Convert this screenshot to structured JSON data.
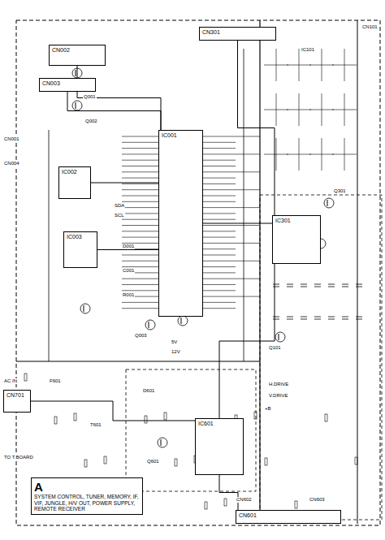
{
  "diagram": {
    "nodes": [
      {
        "text": [
          "CN002"
        ]
      },
      {
        "text": [
          "CN003"
        ]
      },
      {
        "text": [
          "IC001"
        ]
      },
      {
        "text": [
          "IC002"
        ]
      },
      {
        "text": [
          "IC003"
        ]
      },
      {
        "text": [
          "CN301"
        ]
      },
      {
        "text": [
          "IC301"
        ]
      },
      {
        "text": [
          "IC601"
        ]
      },
      {
        "text": [
          "A",
          "SYSTEM CONTROL, TUNER, MEMORY, IF, VIF, JUNGLE, H/V OUT, POWER SUPPLY, REMOTE RECEIVER"
        ]
      },
      {
        "text": [
          "CN601"
        ]
      },
      {
        "text": [
          "CN701"
        ]
      }
    ],
    "edges": [
      {
        "from": 0,
        "to": 2,
        "arrow": "none"
      },
      {
        "from": 1,
        "to": 2,
        "arrow": "none"
      },
      {
        "from": 3,
        "to": 2,
        "arrow": "none"
      },
      {
        "from": 4,
        "to": 2,
        "arrow": "none"
      },
      {
        "from": 2,
        "to": 6,
        "arrow": "none"
      },
      {
        "from": 5,
        "to": 6,
        "arrow": "none"
      },
      {
        "from": 7,
        "to": 6,
        "arrow": "none"
      },
      {
        "from": 7,
        "to": 9,
        "arrow": "none"
      },
      {
        "from": 10,
        "to": 7,
        "arrow": "none"
      }
    ],
    "labels": [
      "CN001",
      "CN004",
      "Q001",
      "Q002",
      "D001",
      "C001",
      "R001",
      "Q003",
      "Q101",
      "T601",
      "F601",
      "D601",
      "Q601",
      "IC101",
      "Q301",
      "CN101",
      "AC IN",
      "TO T.BOARD",
      "CN602",
      "CN603",
      "+B",
      "12V",
      "5V",
      "H.DRIVE",
      "V.DRIVE",
      "SDA",
      "SCL"
    ]
  }
}
